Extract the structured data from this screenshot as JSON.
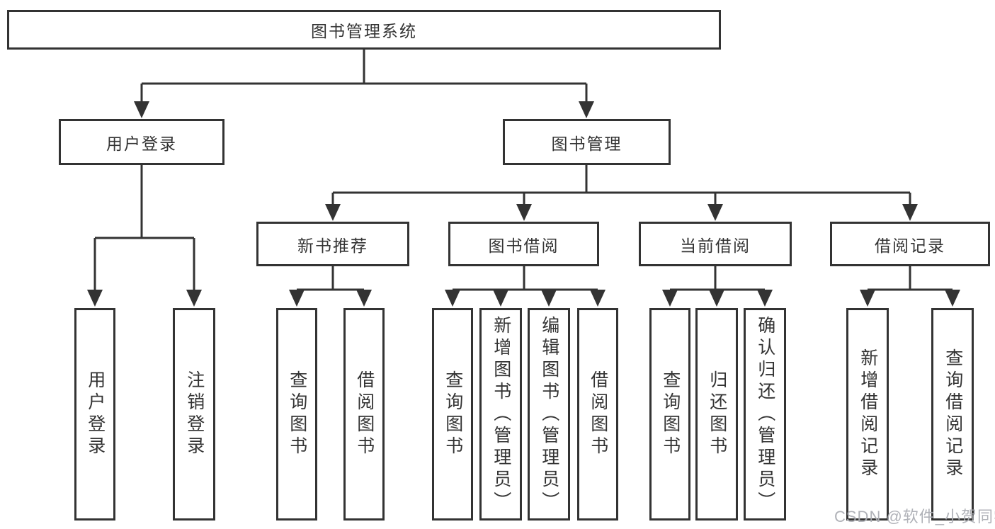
{
  "tree": {
    "root": "图书管理系统",
    "login": {
      "label": "用户登录",
      "children": [
        "用户登录",
        "注销登录"
      ]
    },
    "mgmt": {
      "label": "图书管理",
      "groups": [
        {
          "label": "新书推荐",
          "children": [
            "查询图书",
            "借阅图书"
          ]
        },
        {
          "label": "图书借阅",
          "children": [
            "查询图书",
            "新增图书（管理员）",
            "编辑图书（管理员）",
            "借阅图书"
          ]
        },
        {
          "label": "当前借阅",
          "children": [
            "查询图书",
            "归还图书",
            "确认归还（管理员）"
          ]
        },
        {
          "label": "借阅记录",
          "children": [
            "新增借阅记录",
            "查询借阅记录"
          ]
        }
      ]
    }
  },
  "watermark": {
    "text": "CSDN @软件_小贺同学"
  },
  "colors": {
    "line": "#333333",
    "text": "#333333",
    "watermark": "#acaeb4",
    "background": "#ffffff"
  }
}
